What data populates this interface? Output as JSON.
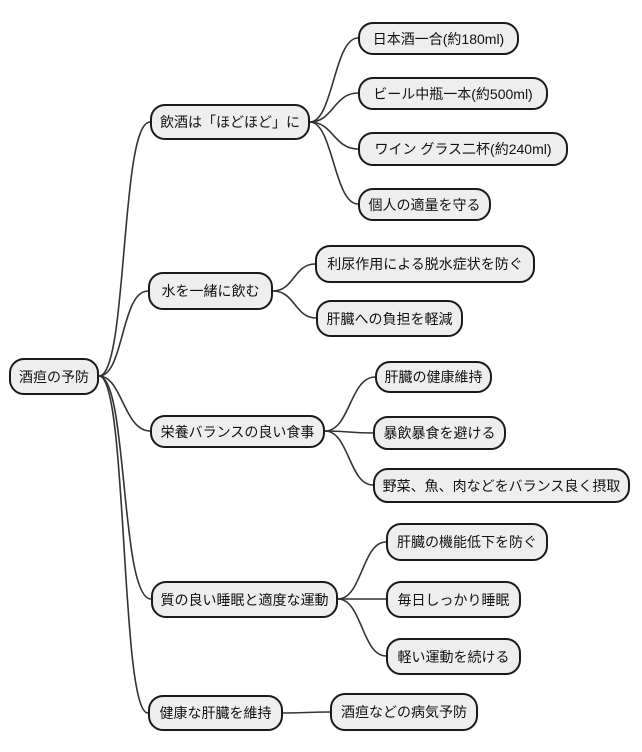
{
  "diagram": {
    "type": "mindmap",
    "background_color": "#ffffff",
    "node_fill_color": "#eeeeee",
    "node_border_color": "#1a1a1a",
    "edge_color": "#333333",
    "root": {
      "label": "酒疸の予防"
    },
    "branches": [
      {
        "label": "飲酒は「ほどほど」に",
        "children": [
          {
            "label": "日本酒一合(約180ml)"
          },
          {
            "label": "ビール中瓶一本(約500ml)"
          },
          {
            "label": "ワイン グラス二杯(約240ml)"
          },
          {
            "label": "個人の適量を守る"
          }
        ]
      },
      {
        "label": "水を一緒に飲む",
        "children": [
          {
            "label": "利尿作用による脱水症状を防ぐ"
          },
          {
            "label": "肝臓への負担を軽減"
          }
        ]
      },
      {
        "label": "栄養バランスの良い食事",
        "children": [
          {
            "label": "肝臓の健康維持"
          },
          {
            "label": "暴飲暴食を避ける"
          },
          {
            "label": "野菜、魚、肉などをバランス良く摂取"
          }
        ]
      },
      {
        "label": "質の良い睡眠と適度な運動",
        "children": [
          {
            "label": "肝臓の機能低下を防ぐ"
          },
          {
            "label": "毎日しっかり睡眠"
          },
          {
            "label": "軽い運動を続ける"
          }
        ]
      },
      {
        "label": "健康な肝臓を維持",
        "children": [
          {
            "label": "酒疸などの病気予防"
          }
        ]
      }
    ]
  }
}
